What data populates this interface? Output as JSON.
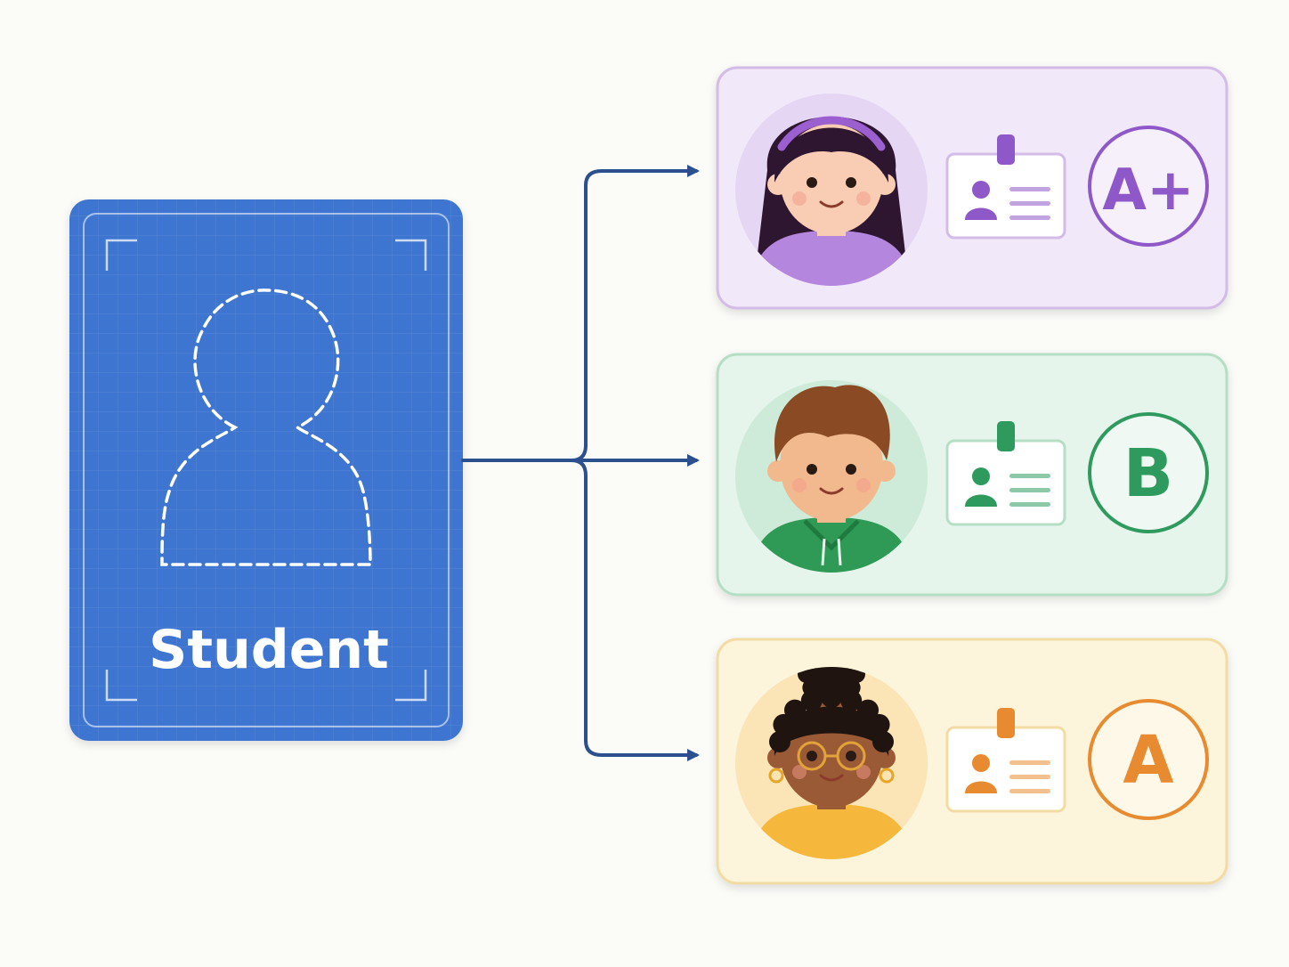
{
  "blueprint": {
    "label": "Student",
    "color": "#3c74d0",
    "edge_color": "#2a5cb3"
  },
  "connector_color": "#2c4f8e",
  "instances": [
    {
      "name": "purple-student",
      "grade": "A+",
      "accent": "#8f58c9",
      "bg": "#f1e9f9",
      "border": "#d3bce8",
      "avatar_bg": "#e5d6f4",
      "shirt": "#b586de",
      "hair": "#2e1530",
      "skin": "#f8cdb3",
      "headband": "#9b5fd0"
    },
    {
      "name": "green-student",
      "grade": "B",
      "accent": "#2f9a5e",
      "bg": "#e6f5ec",
      "border": "#b5dfc4",
      "avatar_bg": "#cdebd8",
      "shirt": "#2f9a55",
      "hair": "#8a4b24",
      "skin": "#f2b98f"
    },
    {
      "name": "orange-student",
      "grade": "A",
      "accent": "#e88a2f",
      "bg": "#fdf4dc",
      "border": "#f3dca4",
      "avatar_bg": "#fbe4b5",
      "shirt": "#f6b83c",
      "hair": "#1f1410",
      "skin": "#9a5a35"
    }
  ]
}
